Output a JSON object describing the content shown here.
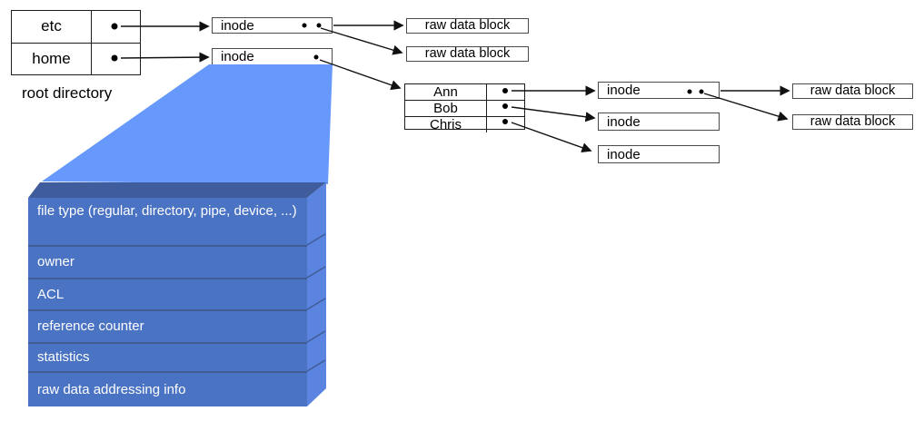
{
  "colors": {
    "funnel": "#6699fb",
    "detail_front": "#4a73c4",
    "detail_top": "#3f5d9d",
    "detail_side": "#5b84e0",
    "detail_divider": "#3f5d94",
    "box_border": "#4a4a4a",
    "arrow": "#111111"
  },
  "root_directory": {
    "label": "root directory",
    "entries": [
      {
        "name": "etc"
      },
      {
        "name": "home"
      }
    ]
  },
  "home_directory": {
    "entries": [
      {
        "name": "Ann"
      },
      {
        "name": "Bob"
      },
      {
        "name": "Chris"
      }
    ]
  },
  "labels": {
    "inode": "inode",
    "raw_block": "raw data block"
  },
  "inode_detail": {
    "fields": [
      "file type (regular, directory, pipe, device, ...)",
      "owner",
      "ACL",
      "reference counter",
      "statistics",
      "raw data addressing info"
    ]
  }
}
